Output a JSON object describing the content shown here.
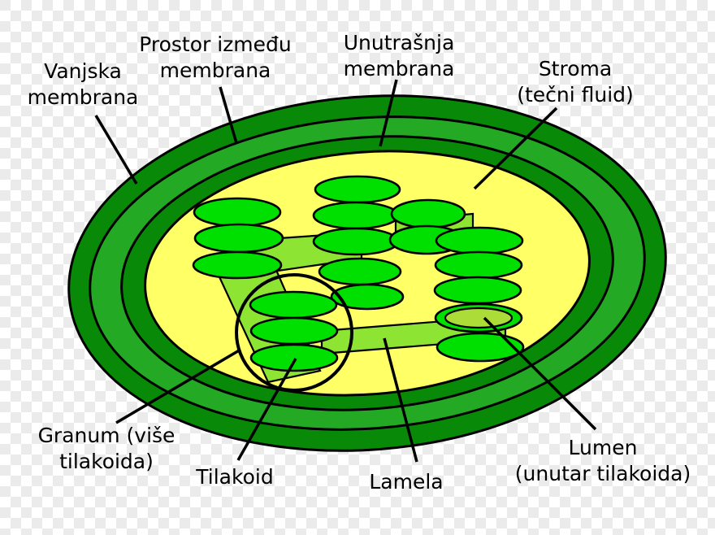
{
  "diagram": {
    "labels": [
      {
        "id": "vanjska-membrana",
        "line1": "Vanjska",
        "line2": "membrana"
      },
      {
        "id": "prostor-membrana",
        "line1": "Prostor između",
        "line2": "membrana"
      },
      {
        "id": "unutrasnja-membrana",
        "line1": "Unutrašnja",
        "line2": "membrana"
      },
      {
        "id": "stroma",
        "line1": "Stroma",
        "line2": "(tečni fluid)"
      },
      {
        "id": "granum",
        "line1": "Granum (više",
        "line2": "tilakoida)"
      },
      {
        "id": "tilakoid",
        "line1": "Tilakoid"
      },
      {
        "id": "lamela",
        "line1": "Lamela"
      },
      {
        "id": "lumen",
        "line1": "Lumen",
        "line2": "(unutar tilakoida)"
      }
    ],
    "colors": {
      "outer_membrane": "#088A08",
      "intermembrane_space": "#23A923",
      "inner_membrane": "#088A08",
      "stroma": "#FFFF66",
      "thylakoid": "#00E000",
      "lamella": "#8EE432",
      "lumen": "#ABDC37",
      "outline": "#000000",
      "text": "#000000"
    }
  }
}
